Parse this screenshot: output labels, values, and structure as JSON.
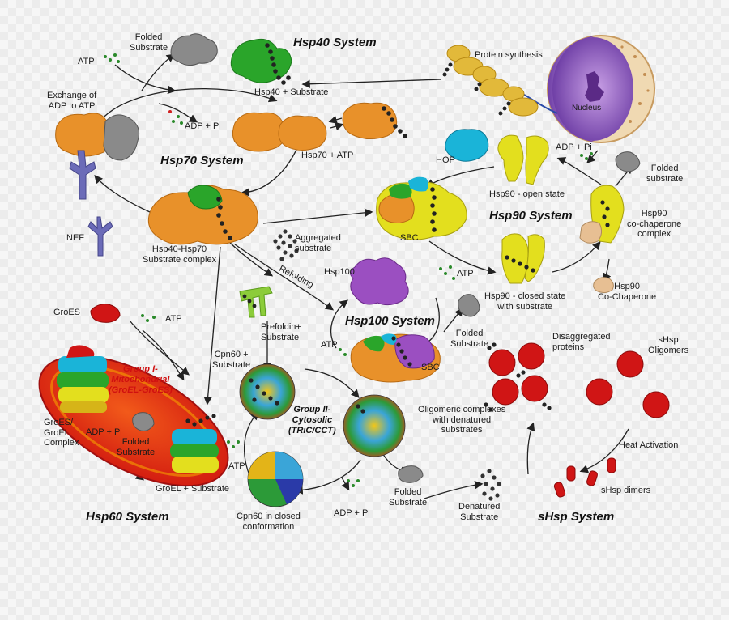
{
  "labels": {
    "atp_top": "ATP",
    "folded_substrate_top": "Folded\nSubstrate",
    "hsp40_substrate": "Hsp40 + Substrate",
    "protein_synthesis": "Protein synthesis",
    "nucleus": "Nucleus",
    "exchange": "Exchange of\nADP to ATP",
    "adp_pi_70": "ADP + Pi",
    "hsp70_atp": "Hsp70 + ATP",
    "hop": "HOP",
    "adp_pi_90": "ADP + Pi",
    "folded_substrate_90": "Folded\nsubstrate",
    "hsp90_open": "Hsp90 - open state",
    "hsp90_cochap_complex": "Hsp90\nco-chaperone\ncomplex",
    "nef": "NEF",
    "sbc_90": "SBC",
    "hsp40_hsp70_complex": "Hsp40-Hsp70\nSubstrate complex",
    "aggregated_substrate": "Aggregated\nsubstrate",
    "hsp100": "Hsp100",
    "atp_90": "ATP",
    "hsp90_closed": "Hsp90 - closed state\nwith substrate",
    "hsp90_cochaperone": "Hsp90\nCo-Chaperone",
    "refolding": "Refolding",
    "groes": "GroES",
    "atp_groes": "ATP",
    "prefoldin": "Prefoldin+\nSubstrate",
    "folded_substrate_100": "Folded\nSubstrate",
    "disaggregated": "Disaggregated\nproteins",
    "shsp_oligomers": "sHsp\nOligomers",
    "atp_100": "ATP",
    "cpn60_substrate": "Cpn60 +\nSubstrate",
    "sbc_100": "SBC",
    "groes_groel_complex": "GroES/\nGroEL\nComplex",
    "adp_pi_60": "ADP + Pi",
    "folded_substrate_60": "Folded\nSubstrate",
    "oligomeric_complexes": "Oligomeric complexes\nwith denatured\nsubstrates",
    "heat_activation": "Heat Activation",
    "atp_cct": "ATP",
    "groel_substrate": "GroEL + Substrate",
    "folded_substrate_cct": "Folded\nSubstrate",
    "denatured_substrate": "Denatured\nSubstrate",
    "shsp_dimers": "sHsp dimers",
    "cpn60_closed": "Cpn60 in closed\nconformation",
    "adp_pi_cct": "ADP + Pi"
  },
  "titles": {
    "hsp40": "Hsp40 System",
    "hsp70": "Hsp70 System",
    "hsp90": "Hsp90 System",
    "hsp100": "Hsp100 System",
    "hsp60": "Hsp60 System",
    "shsp": "sHsp System",
    "group1": "Group I-\nMitochondrial\n(GroEL-GroES)",
    "group2": "Group II-\nCytosolic\n(TRiC/CCT)"
  },
  "colors": {
    "hsp70_orange": "#e8912a",
    "hsp40_green": "#2aa52a",
    "hsp90_yellow": "#e3df1e",
    "hop_cyan": "#1ab4d8",
    "hsp100_purple": "#9b4fc1",
    "shsp_red": "#d01515",
    "nef_blue": "#6b6bb8",
    "ribosome_gold": "#e2b93a",
    "nucleus_purple": "#9a6ac4",
    "mito_red": "#e83a16",
    "cochaperone_tan": "#e7bf93",
    "folded_grey": "#8a8a8a"
  }
}
